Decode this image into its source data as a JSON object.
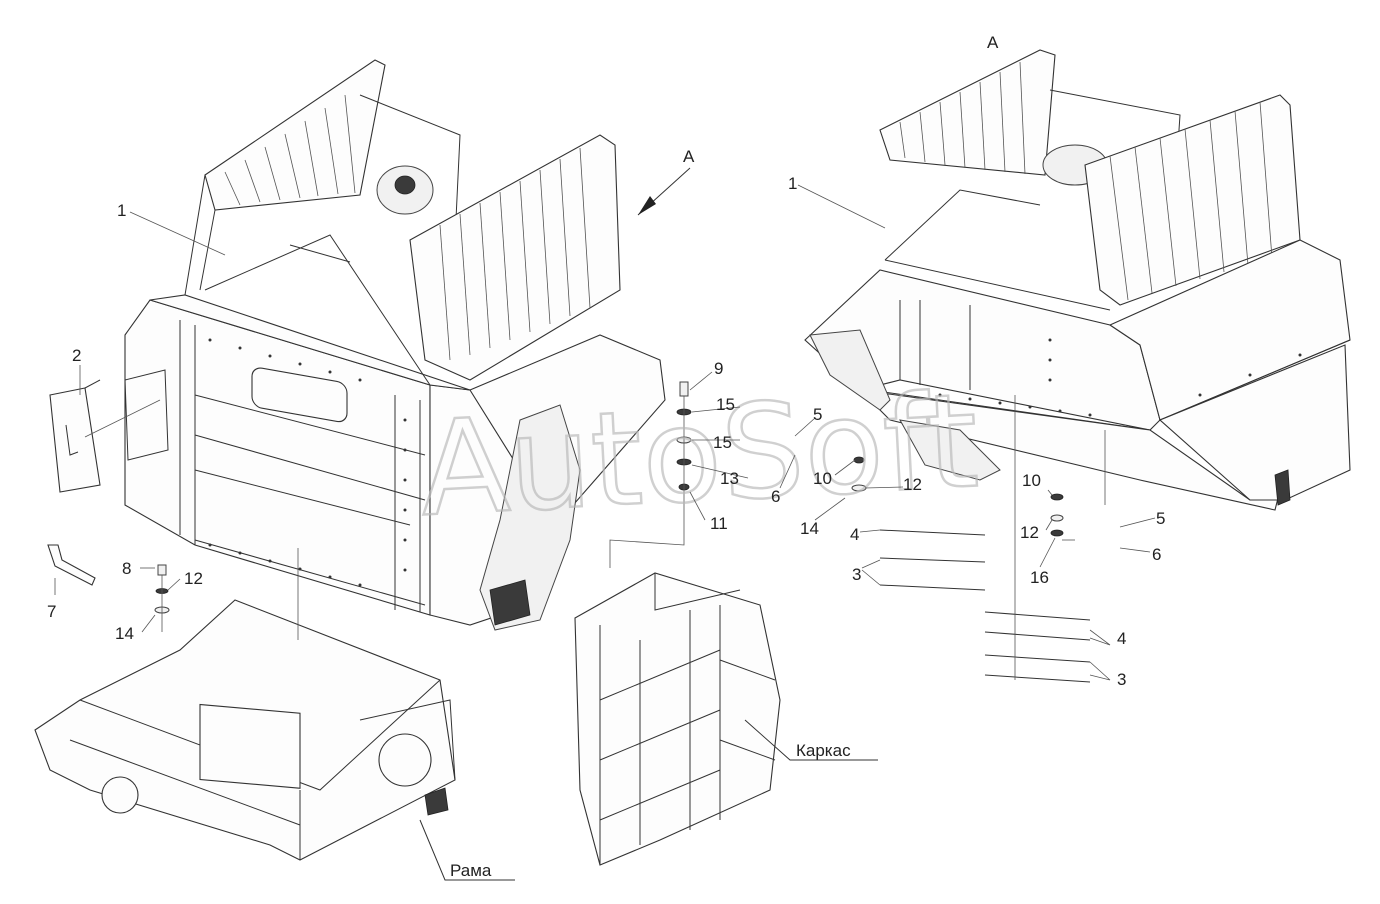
{
  "figure": {
    "view_label": "А",
    "watermark": "AutoSoft",
    "captions": {
      "frame": "Рама",
      "carcass": "Каркас"
    },
    "left_callouts": [
      "1",
      "2",
      "7",
      "8",
      "12",
      "14",
      "9",
      "15",
      "15",
      "13",
      "11",
      "5",
      "6",
      "10",
      "12",
      "14",
      "4",
      "3"
    ],
    "right_callouts": [
      "1",
      "10",
      "12",
      "16",
      "5",
      "6",
      "4",
      "3"
    ]
  }
}
